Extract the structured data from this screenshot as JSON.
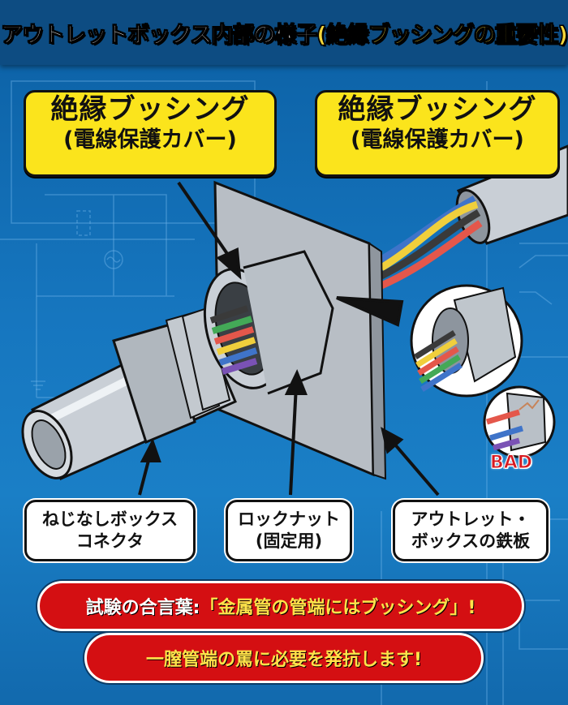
{
  "header": {
    "title_main": "アウトレットボックス内部の様子",
    "title_highlight": "(絶縁ブッシングの重要性)"
  },
  "callouts": [
    {
      "line1": "絶縁ブッシング",
      "line2": "(電線保護カバー)"
    },
    {
      "line1": "絶縁ブッシング",
      "line2": "(電線保護カバー)"
    }
  ],
  "labels": [
    {
      "line1": "ねじなしボックス",
      "line2": "コネクタ"
    },
    {
      "line1": "ロックナット",
      "line2": "(固定用)"
    },
    {
      "line1": "アウトレット・",
      "line2": "ボックスの鉄板"
    }
  ],
  "inset": {
    "bad_label": "BAD",
    "good_wire_colors": [
      "#3a3a3a",
      "#f0cf3c",
      "#e4574b",
      "#43a957",
      "#3f74c9"
    ],
    "bad_wire_colors": [
      "#e4574b",
      "#3f74c9",
      "#7a52b5"
    ]
  },
  "illustration": {
    "connector_wire_colors": [
      "#3a3a3a",
      "#43a957",
      "#e4574b",
      "#f0cf3c",
      "#3f74c9",
      "#7a52b5"
    ],
    "cable_wire_colors": [
      "#3f74c9",
      "#f0cf3c",
      "#3a3a3a",
      "#e4574b"
    ]
  },
  "banners": {
    "top_white": "試験の合言葉:",
    "top_yellow": "「金属管の管端にはブッシング」!",
    "bottom_yellow": "一膣管端の罵に必要を発抗します!"
  },
  "colors": {
    "background": "#1676bf",
    "header": "#0d4c82",
    "callout_yellow": "#fbe41c",
    "banner_red": "#d40f12",
    "bad_red": "#d71920"
  }
}
